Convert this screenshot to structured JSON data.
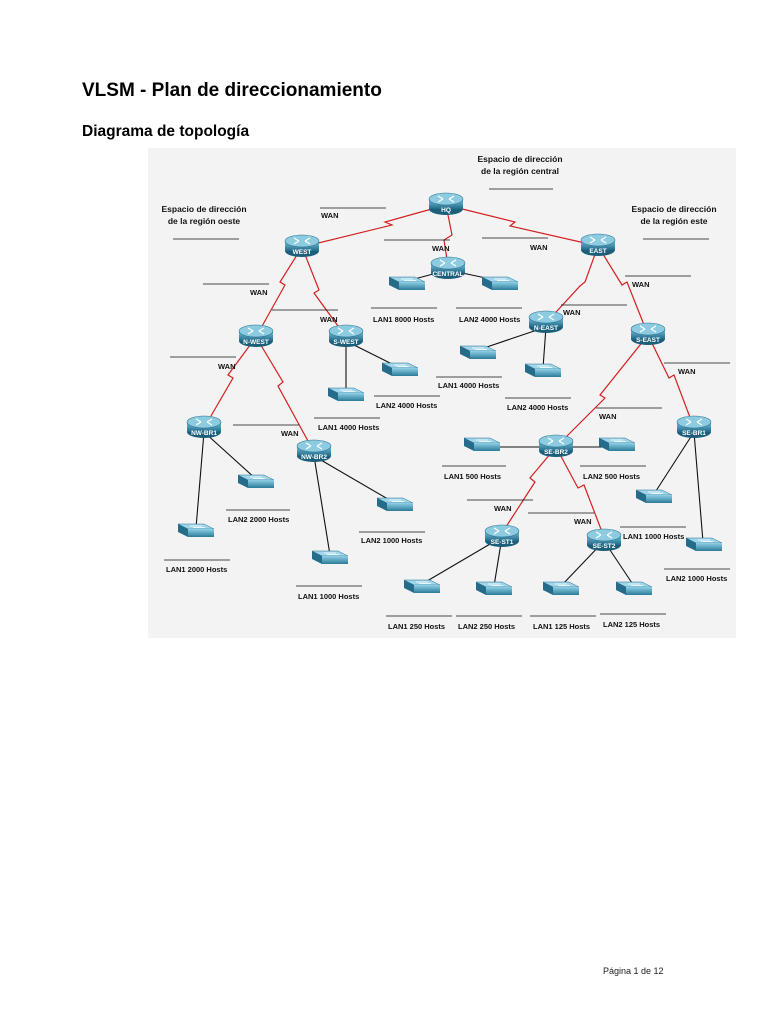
{
  "document": {
    "title": "VLSM - Plan de direccionamiento",
    "section_title": "Diagrama de topología",
    "footer": "Página 1 de 12"
  },
  "regions": {
    "central": [
      "Espacio de dirección",
      "de la región central"
    ],
    "west": [
      "Espacio de dirección",
      "de la región oeste"
    ],
    "east": [
      "Espacio de dirección",
      "de la región este"
    ]
  },
  "wan_label": "WAN",
  "routers": {
    "hq": "HQ",
    "west": "WEST",
    "east": "EAST",
    "central": "CENTRAL",
    "n_west": "N-WEST",
    "s_west": "S-WEST",
    "n_east": "N-EAST",
    "s_east": "S-EAST",
    "nw_br1": "NW-BR1",
    "nw_br2": "NW-BR2",
    "se_br1": "SE-BR1",
    "se_br2": "SE-BR2",
    "se_st1": "SE-ST1",
    "se_st2": "SE-ST2"
  },
  "lans": {
    "central_lan1": "LAN1 8000 Hosts",
    "central_lan2": "LAN2 4000 Hosts",
    "neast_lan1": "LAN1 4000 Hosts",
    "neast_lan2": "LAN2 4000 Hosts",
    "swest_lan2": "LAN2 4000 Hosts",
    "swest_lan1": "LAN1 4000 Hosts",
    "nwbr1_lan2": "LAN2 2000 Hosts",
    "nwbr1_lan1": "LAN1 2000 Hosts",
    "nwbr2_lan2": "LAN2 1000 Hosts",
    "nwbr2_lan1": "LAN1 1000 Hosts",
    "sebr2_lan1": "LAN1 500 Hosts",
    "sebr2_lan2": "LAN2 500 Hosts",
    "sebr1_lan1": "LAN1 1000 Hosts",
    "sebr1_lan2": "LAN2 1000 Hosts",
    "sest1_lan1": "LAN1 250 Hosts",
    "sest1_lan2": "LAN2 250 Hosts",
    "sest2_lan1": "LAN1 125 Hosts",
    "sest2_lan2": "LAN2 125 Hosts"
  },
  "colors": {
    "wan_link": "#d42020",
    "lan_link": "#111111",
    "router": "#2f7fa0",
    "switch": "#3a8aaa"
  }
}
